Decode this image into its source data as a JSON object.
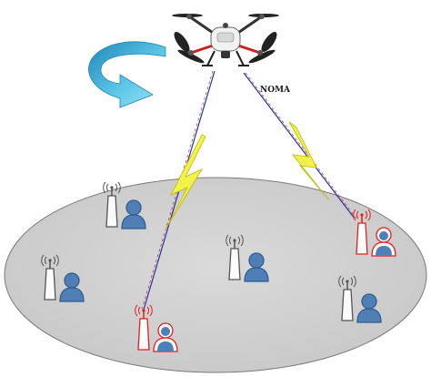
{
  "diagram": {
    "labels": {
      "noma": "NOMA"
    },
    "colors": {
      "ground": "#d2d2d2",
      "ground_edge": "#7a7a7a",
      "arrow_light": "#8fe0f2",
      "arrow_dark": "#1f86b8",
      "lightning": "#f2f24a",
      "lightning_edge": "#b9b900",
      "beam_red": "#cc2222",
      "beam_blue": "#2233aa",
      "user_blue": "#4f7fb5",
      "user_white": "#f7f7f7",
      "active_red": "#e02020",
      "idle_gray": "#555555"
    },
    "icons": [
      "drone-icon",
      "rotation-arrow-icon",
      "lightning-bolt-icon",
      "antenna-icon",
      "user-icon"
    ],
    "nodes": [
      {
        "name": "served-node-left",
        "state": "active"
      },
      {
        "name": "served-node-right",
        "state": "active"
      },
      {
        "name": "idle-node",
        "state": "idle"
      },
      {
        "name": "idle-node",
        "state": "idle"
      },
      {
        "name": "idle-node",
        "state": "idle"
      },
      {
        "name": "idle-node",
        "state": "idle"
      }
    ]
  }
}
